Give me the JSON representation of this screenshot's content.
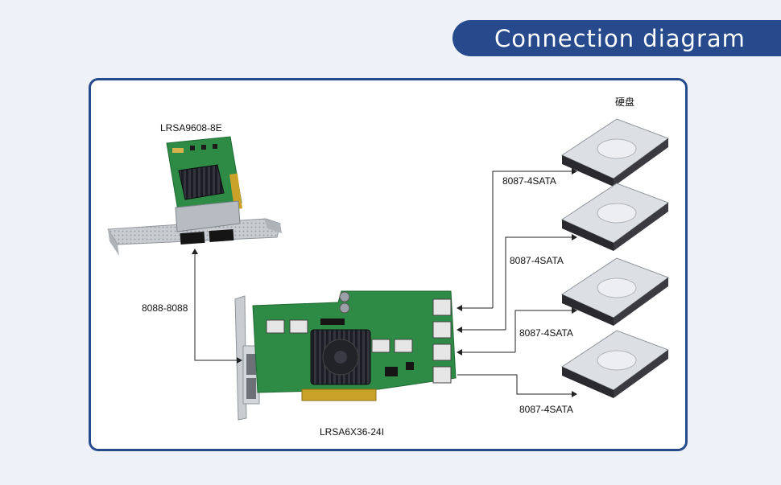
{
  "header": {
    "title": "Connection diagram"
  },
  "diagram": {
    "top_card_label": "LRSA9608-8E",
    "bottom_card_label": "LRSA6X36-24I",
    "cable_between_cards": "8088-8088",
    "disk_group_label": "硬盘",
    "cables_to_disks": [
      "8087-4SATA",
      "8087-4SATA",
      "8087-4SATA",
      "8087-4SATA"
    ]
  },
  "colors": {
    "accent": "#264a8c",
    "pcb_green": "#2e8b46",
    "heatsink": "#1c1c24",
    "bracket": "#c9cdd2",
    "gold_finger": "#c9a227",
    "drive_silver": "#dcdfe3"
  }
}
